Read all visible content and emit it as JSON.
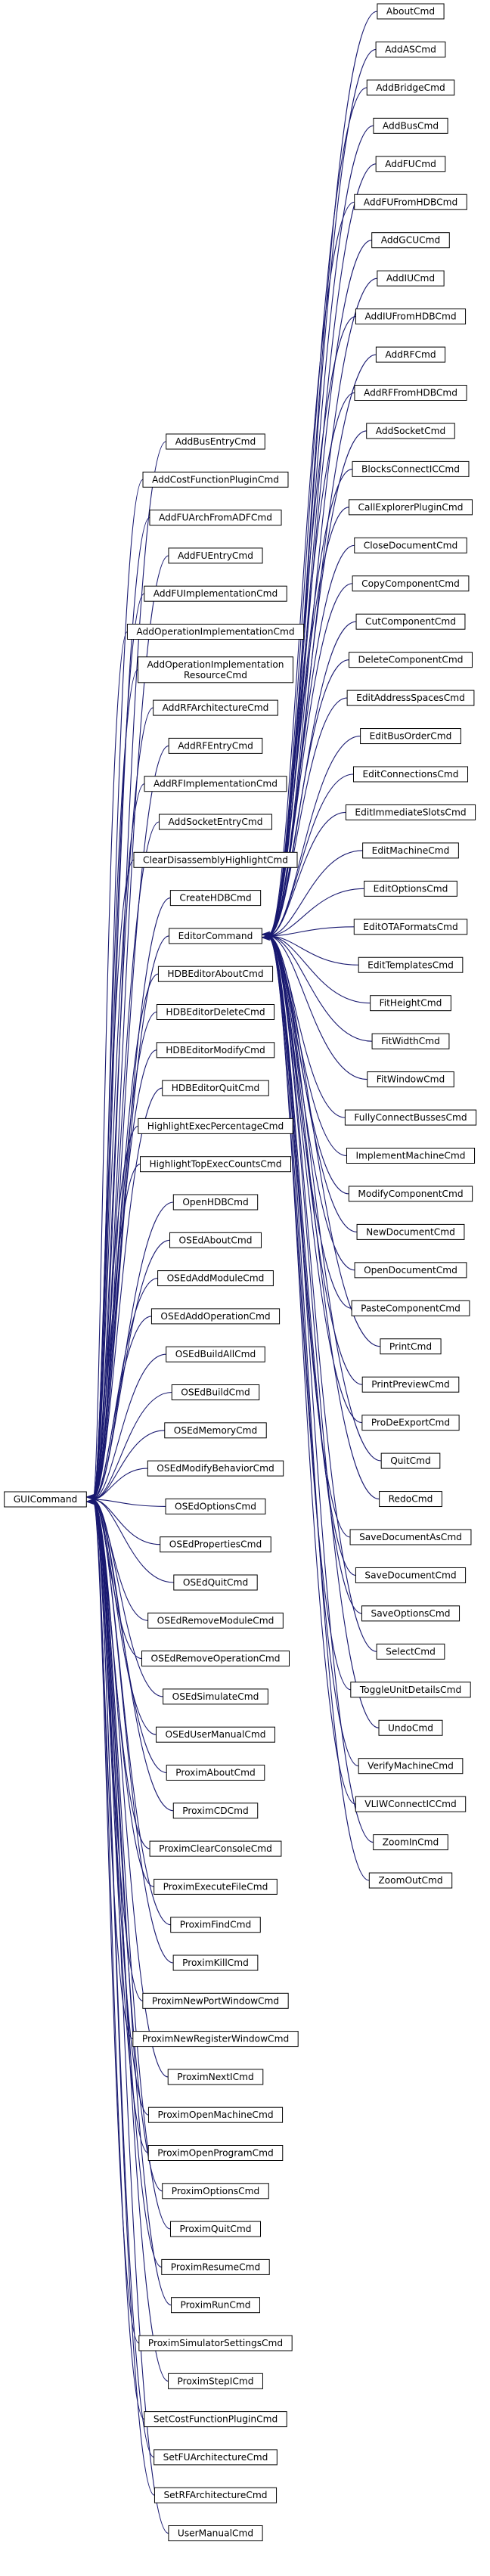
{
  "diagram": {
    "root": "GUICommand",
    "hub": "EditorCommand",
    "gui_children": [
      "AddBusEntryCmd",
      "AddCostFunctionPluginCmd",
      "AddFUArchFromADFCmd",
      "AddFUEntryCmd",
      "AddFUImplementationCmd",
      "AddOperationImplementationCmd",
      [
        "AddOperationImplementation",
        "ResourceCmd"
      ],
      "AddRFArchitectureCmd",
      "AddRFEntryCmd",
      "AddRFImplementationCmd",
      "AddSocketEntryCmd",
      "ClearDisassemblyHighlightCmd",
      "CreateHDBCmd",
      "EditorCommand",
      "HDBEditorAboutCmd",
      "HDBEditorDeleteCmd",
      "HDBEditorModifyCmd",
      "HDBEditorQuitCmd",
      "HighlightExecPercentageCmd",
      "HighlightTopExecCountsCmd",
      "OpenHDBCmd",
      "OSEdAboutCmd",
      "OSEdAddModuleCmd",
      "OSEdAddOperationCmd",
      "OSEdBuildAllCmd",
      "OSEdBuildCmd",
      "OSEdMemoryCmd",
      "OSEdModifyBehaviorCmd",
      "OSEdOptionsCmd",
      "OSEdPropertiesCmd",
      "OSEdQuitCmd",
      "OSEdRemoveModuleCmd",
      "OSEdRemoveOperationCmd",
      "OSEdSimulateCmd",
      "OSEdUserManualCmd",
      "ProximAboutCmd",
      "ProximCDCmd",
      "ProximClearConsoleCmd",
      "ProximExecuteFileCmd",
      "ProximFindCmd",
      "ProximKillCmd",
      "ProximNewPortWindowCmd",
      "ProximNewRegisterWindowCmd",
      "ProximNextICmd",
      "ProximOpenMachineCmd",
      "ProximOpenProgramCmd",
      "ProximOptionsCmd",
      "ProximQuitCmd",
      "ProximResumeCmd",
      "ProximRunCmd",
      "ProximSimulatorSettingsCmd",
      "ProximStepICmd",
      "SetCostFunctionPluginCmd",
      "SetFUArchitectureCmd",
      "SetRFArchitectureCmd",
      "UserManualCmd"
    ],
    "editor_children": [
      "AboutCmd",
      "AddASCmd",
      "AddBridgeCmd",
      "AddBusCmd",
      "AddFUCmd",
      "AddFUFromHDBCmd",
      "AddGCUCmd",
      "AddIUCmd",
      "AddIUFromHDBCmd",
      "AddRFCmd",
      "AddRFFromHDBCmd",
      "AddSocketCmd",
      "BlocksConnectICCmd",
      "CallExplorerPluginCmd",
      "CloseDocumentCmd",
      "CopyComponentCmd",
      "CutComponentCmd",
      "DeleteComponentCmd",
      "EditAddressSpacesCmd",
      "EditBusOrderCmd",
      "EditConnectionsCmd",
      "EditImmediateSlotsCmd",
      "EditMachineCmd",
      "EditOptionsCmd",
      "EditOTAFormatsCmd",
      "EditTemplatesCmd",
      "FitHeightCmd",
      "FitWidthCmd",
      "FitWindowCmd",
      "FullyConnectBussesCmd",
      "ImplementMachineCmd",
      "ModifyComponentCmd",
      "NewDocumentCmd",
      "OpenDocumentCmd",
      "PasteComponentCmd",
      "PrintCmd",
      "PrintPreviewCmd",
      "ProDeExportCmd",
      "QuitCmd",
      "RedoCmd",
      "SaveDocumentAsCmd",
      "SaveDocumentCmd",
      "SaveOptionsCmd",
      "SelectCmd",
      "ToggleUnitDetailsCmd",
      "UndoCmd",
      "VerifyMachineCmd",
      "VLIWConnectICCmd",
      "ZoomInCmd",
      "ZoomOutCmd"
    ],
    "colors": {
      "edge": "#191970",
      "node_border": "#000000",
      "node_fill": "#ffffff",
      "background": "#ffffff"
    }
  }
}
